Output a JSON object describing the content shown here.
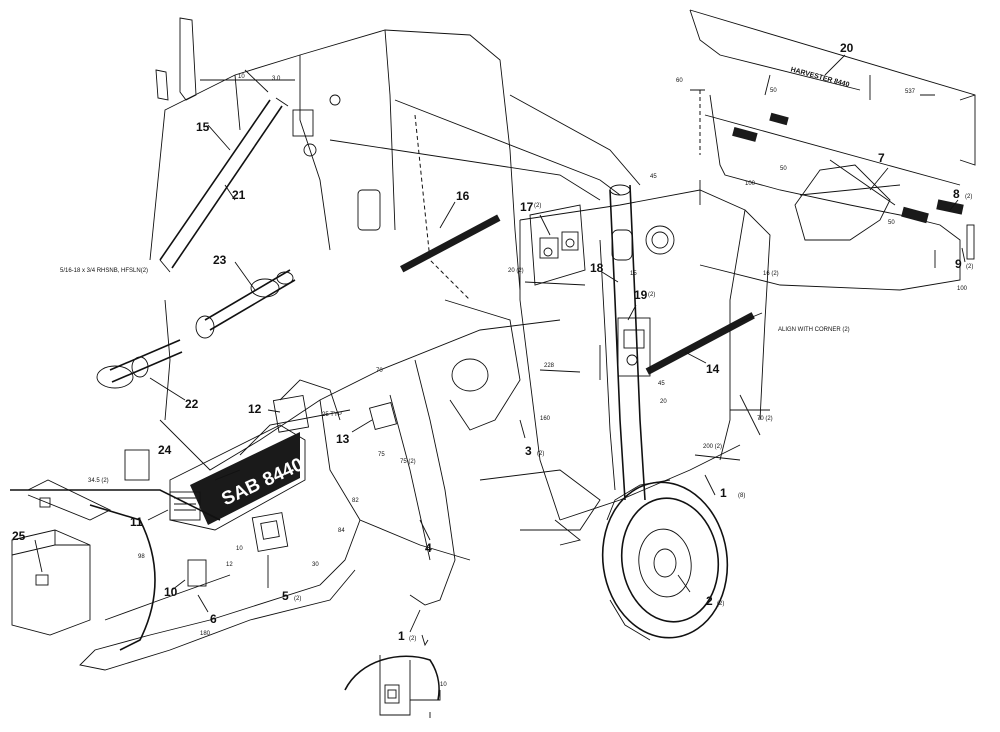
{
  "callouts": {
    "c1a": "1",
    "c1b": "1",
    "c2": "2",
    "c3": "3",
    "c4": "4",
    "c5": "5",
    "c6": "6",
    "c7": "7",
    "c8": "8",
    "c9": "9",
    "c10": "10",
    "c11": "11",
    "c12": "12",
    "c13": "13",
    "c14": "14",
    "c15": "15",
    "c16": "16",
    "c17": "17",
    "c18": "18",
    "c19": "19",
    "c20": "20",
    "c21": "21",
    "c22": "22",
    "c23": "23",
    "c24": "24",
    "c25": "25"
  },
  "qty": {
    "q1a": "(8)",
    "q1b": "(2)",
    "q2": "(2)",
    "q3": "(2)",
    "q5": "(2)",
    "q8": "(2)",
    "q9": "(2)",
    "q17": "(2)",
    "q19": "(2)"
  },
  "notes": {
    "bolt_spec": "5/16-18 x 3/4 RHSNB, HFSLN(2)",
    "align_note": "ALIGN WITH CORNER (2)",
    "decal20_text": "HARVESTER 8440",
    "decal24_text": "SAB 8440"
  },
  "dims": {
    "d30": "3.0",
    "d10a": "10",
    "d60": "60",
    "d50a": "50",
    "d537": "537",
    "d100a": "100",
    "d50b": "50",
    "d50c": "50",
    "d100b": "100",
    "d45": "45",
    "d23": "20 (2)",
    "d15": "15",
    "d16": "16 (2)",
    "d70": "70",
    "d25": "25 TYP",
    "d75": "75",
    "d228": "228",
    "d160": "160",
    "d45b": "45",
    "d20": "20",
    "d70b": "70 (2)",
    "d200": "200 (2)",
    "d345": "34.5 (2)",
    "d82": "82",
    "d84": "84",
    "d98": "98",
    "d10b": "10",
    "d12": "12",
    "d30b": "30",
    "d180": "180",
    "d75b": "75 (2)",
    "d10c": "10"
  }
}
